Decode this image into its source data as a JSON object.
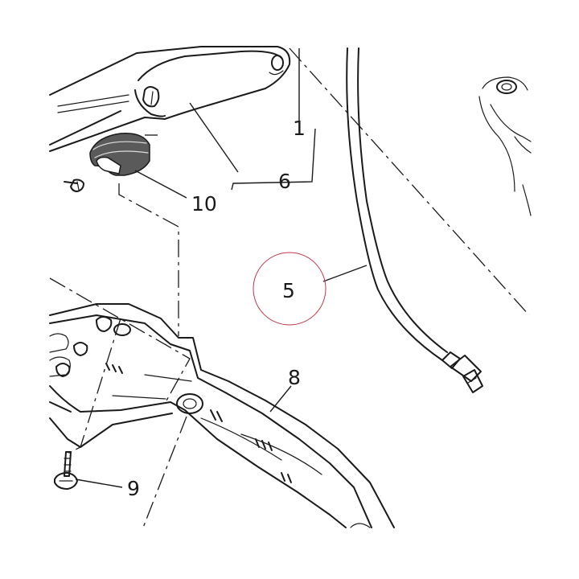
{
  "diagram": {
    "callouts": [
      {
        "id": "c1",
        "label": "1"
      },
      {
        "id": "c6",
        "label": "6"
      },
      {
        "id": "c10",
        "label": "10"
      },
      {
        "id": "c5",
        "label": "5"
      },
      {
        "id": "c8",
        "label": "8"
      },
      {
        "id": "c9",
        "label": "9"
      }
    ],
    "highlight_color": "#c0394b",
    "line_color": "#1a1a1a"
  }
}
